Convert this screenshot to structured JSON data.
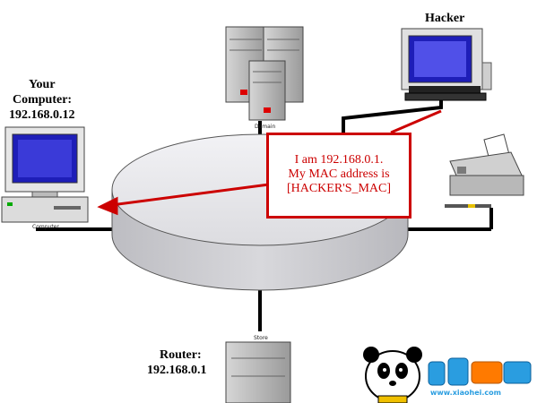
{
  "nodes": {
    "your_computer": {
      "label_lines": [
        "Your",
        "Computer:",
        "192.168.0.12"
      ],
      "caption": "Computer"
    },
    "hacker": {
      "label": "Hacker"
    },
    "router": {
      "label_lines": [
        "Router:",
        "192.168.0.1"
      ],
      "caption": "Store"
    },
    "server": {
      "caption": "Domain"
    }
  },
  "spoof_message": {
    "lines": [
      "I am 192.168.0.1.",
      "My MAC address is",
      "[HACKER'S_MAC]"
    ],
    "color": "#cc0000"
  },
  "watermark": {
    "text": "www.xiaohei.com",
    "color": "#2a9de0"
  },
  "colors": {
    "ring_top": "#e8e8ec",
    "ring_side": "#c8c8cc",
    "arrow": "#cc0000",
    "cable": "#000000",
    "screen": "#2020c0"
  }
}
